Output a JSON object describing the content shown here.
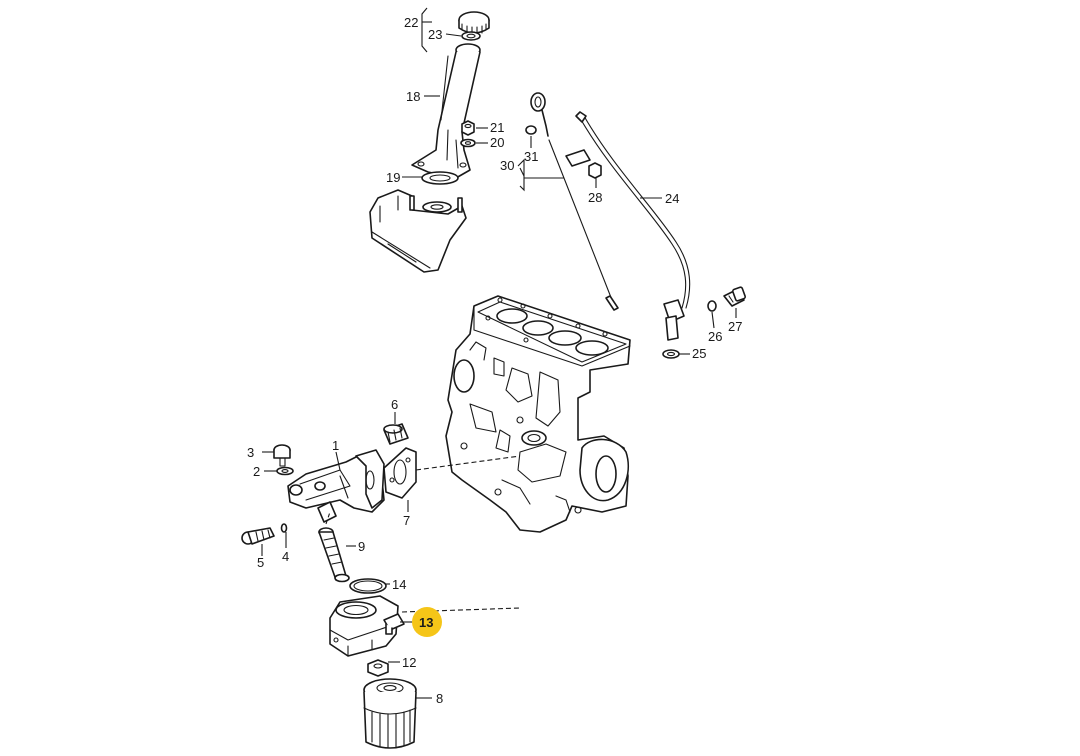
{
  "labels": {
    "p1": "1",
    "p2": "2",
    "p3": "3",
    "p4": "4",
    "p5": "5",
    "p6": "6",
    "p7": "7",
    "p8": "8",
    "p9": "9",
    "p12": "12",
    "p13": "13",
    "p14": "14",
    "p18": "18",
    "p19": "19",
    "p20": "20",
    "p21": "21",
    "p22": "22",
    "p23": "23",
    "p24": "24",
    "p25": "25",
    "p26": "26",
    "p27": "27",
    "p28": "28",
    "p30": "30",
    "p31": "31"
  },
  "highlight": {
    "part": "13",
    "color": "#f5c518"
  },
  "colors": {
    "line": "#1a1a1a",
    "background": "#ffffff"
  }
}
